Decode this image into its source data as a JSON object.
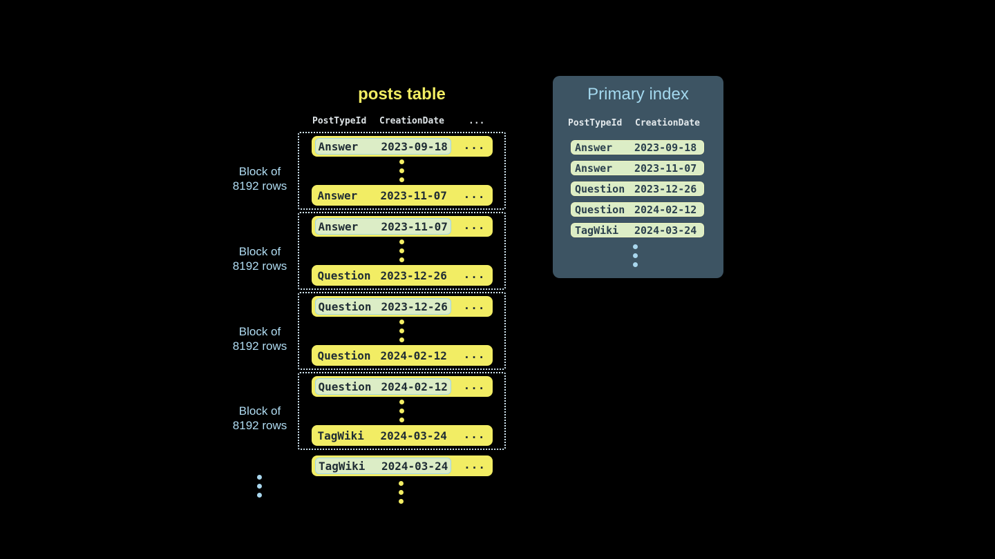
{
  "colors": {
    "background": "#000000",
    "row_yellow": "#f2ed64",
    "highlight_mint": "#dcedc6",
    "highlight_border_blue": "#9fd6e8",
    "index_pill_border_yellow": "#eef4c0",
    "panel_background": "#3d5463",
    "accent_light_blue": "#a9d7ee",
    "block_label_blue": "#b0dcf2",
    "dotted_border": "#d5eaf6",
    "dark_text": "#1f2c34",
    "header_text": "#dde3e6"
  },
  "posts_table": {
    "title": "posts table",
    "headers": {
      "post_type_id": "PostTypeId",
      "creation_date": "CreationDate",
      "more": "..."
    },
    "block_label": {
      "line1": "Block of",
      "line2": "8192 rows"
    },
    "ellipsis": "...",
    "blocks": [
      {
        "first_type": "Answer",
        "first_date": "2023-09-18",
        "last_type": "Answer",
        "last_date": "2023-11-07"
      },
      {
        "first_type": "Answer",
        "first_date": "2023-11-07",
        "last_type": "Question",
        "last_date": "2023-12-26"
      },
      {
        "first_type": "Question",
        "first_date": "2023-12-26",
        "last_type": "Question",
        "last_date": "2024-02-12"
      },
      {
        "first_type": "Question",
        "first_date": "2024-02-12",
        "last_type": "TagWiki",
        "last_date": "2024-03-24"
      }
    ],
    "overflow_row": {
      "type": "TagWiki",
      "date": "2024-03-24"
    }
  },
  "primary_index": {
    "title": "Primary index",
    "headers": {
      "post_type_id": "PostTypeId",
      "creation_date": "CreationDate"
    },
    "entries": [
      {
        "type": "Answer",
        "date": "2023-09-18"
      },
      {
        "type": "Answer",
        "date": "2023-11-07"
      },
      {
        "type": "Question",
        "date": "2023-12-26"
      },
      {
        "type": "Question",
        "date": "2024-02-12"
      },
      {
        "type": "TagWiki",
        "date": "2024-03-24"
      }
    ]
  }
}
